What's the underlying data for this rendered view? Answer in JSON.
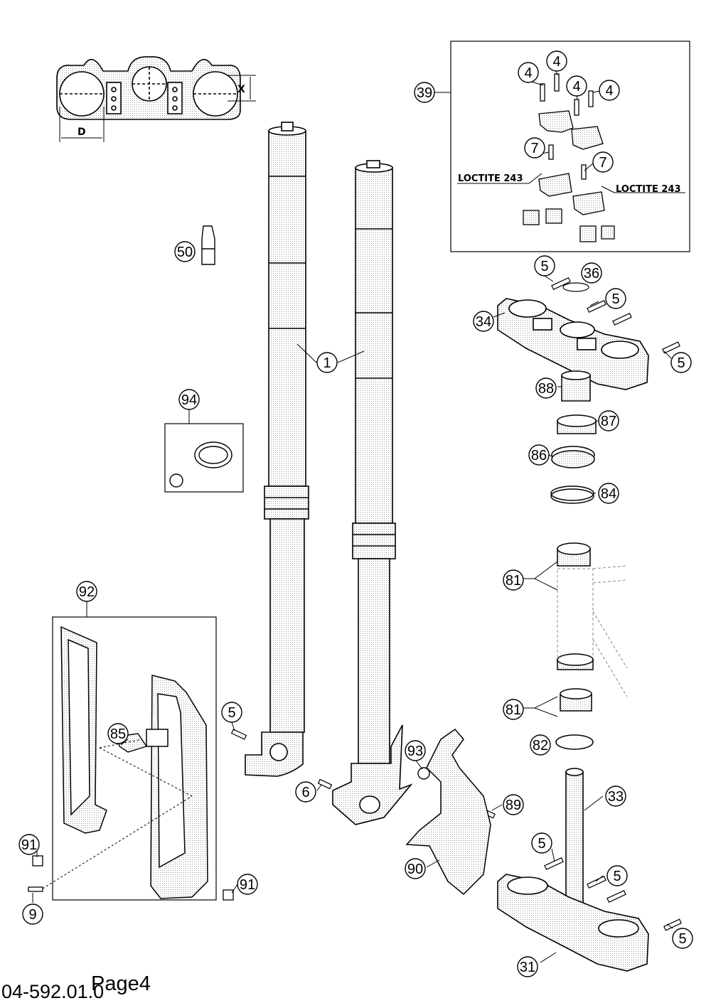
{
  "diagram_ref": "04-592.01.0",
  "page_label": "Page4",
  "dimension_labels": {
    "d": "D",
    "x": "X"
  },
  "loctite_left": "LOCTITE 243",
  "loctite_right": "LOCTITE 243",
  "callouts": {
    "p39": "39",
    "p4a": "4",
    "p4b": "4",
    "p4c": "4",
    "p4d": "4",
    "p7a": "7",
    "p7b": "7",
    "p5a": "5",
    "p36": "36",
    "p5b": "5",
    "p34": "34",
    "p5c": "5",
    "p88": "88",
    "p87": "87",
    "p86": "86",
    "p84": "84",
    "p81a": "81",
    "p81b": "81",
    "p82": "82",
    "p33": "33",
    "p5d": "5",
    "p5e": "5",
    "p5f": "5",
    "p31": "31",
    "p50": "50",
    "p1": "1",
    "p94": "94",
    "p92": "92",
    "p85": "85",
    "p5g": "5",
    "p6": "6",
    "p93": "93",
    "p89": "89",
    "p90": "90",
    "p91a": "91",
    "p91b": "91",
    "p9": "9"
  }
}
